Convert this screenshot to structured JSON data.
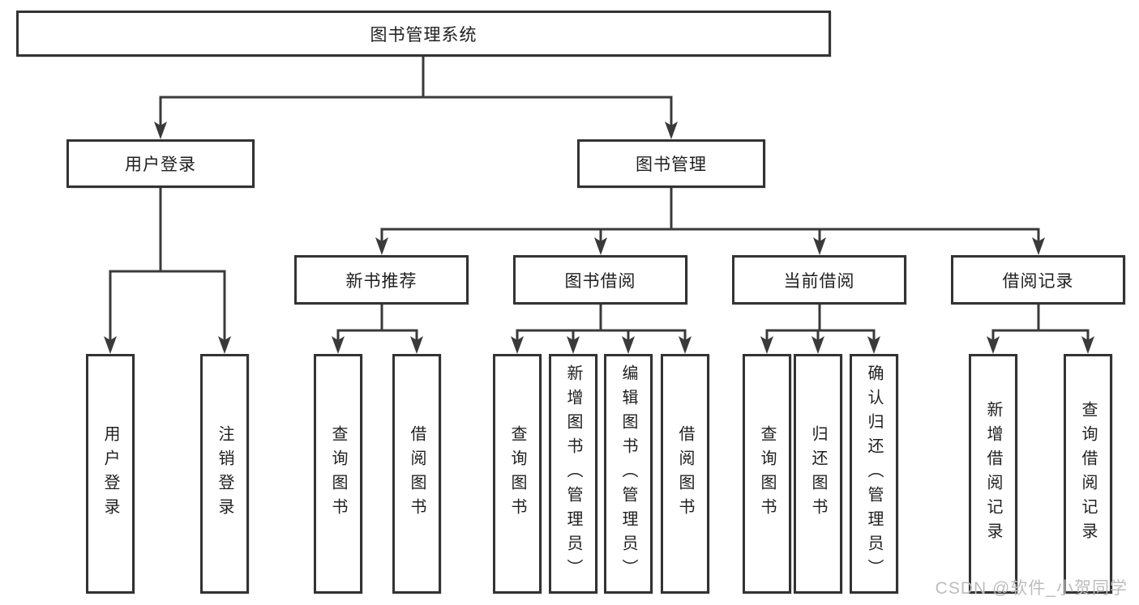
{
  "colors": {
    "box_border": "#333333",
    "connector_line": "#3a3a3a",
    "text": "#1f1f1f",
    "watermark": "#bdbdbd"
  },
  "tree": {
    "label": "图书管理系统",
    "children": [
      {
        "label": "用户登录",
        "children": [
          {
            "label": "用户登录"
          },
          {
            "label": "注销登录"
          }
        ]
      },
      {
        "label": "图书管理",
        "children": [
          {
            "label": "新书推荐",
            "children": [
              {
                "label": "查询图书"
              },
              {
                "label": "借阅图书"
              }
            ]
          },
          {
            "label": "图书借阅",
            "children": [
              {
                "label": "查询图书"
              },
              {
                "label": "新增图书（管理员）"
              },
              {
                "label": "编辑图书（管理员）"
              },
              {
                "label": "借阅图书"
              }
            ]
          },
          {
            "label": "当前借阅",
            "children": [
              {
                "label": "查询图书"
              },
              {
                "label": "归还图书"
              },
              {
                "label": "确认归还（管理员）"
              }
            ]
          },
          {
            "label": "借阅记录",
            "children": [
              {
                "label": "新增借阅记录"
              },
              {
                "label": "查询借阅记录"
              }
            ]
          }
        ]
      }
    ]
  },
  "watermark": {
    "text": "CSDN @软件_小贺同学"
  }
}
